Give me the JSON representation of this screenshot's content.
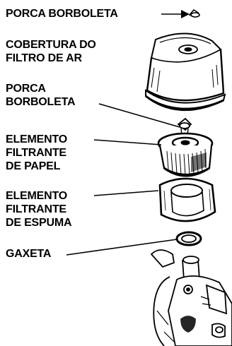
{
  "labels": {
    "wing_nut_top": "PORCA BORBOLETA",
    "air_filter_cover": [
      "COBERTURA DO",
      "FILTRO DE AR"
    ],
    "wing_nut_mid": [
      "PORCA",
      "BORBOLETA"
    ],
    "paper_element": [
      "ELEMENTO",
      "FILTRANTE",
      "DE PAPEL"
    ],
    "foam_element": [
      "ELEMENTO",
      "FILTRANTE",
      "DE ESPUMA"
    ],
    "gasket": "GAXETA"
  },
  "colors": {
    "ink": "#000000",
    "paper": "#ffffff"
  }
}
